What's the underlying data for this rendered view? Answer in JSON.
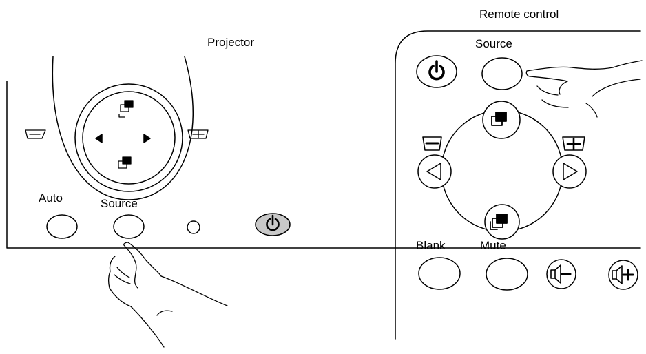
{
  "projector": {
    "title": "Projector",
    "buttons": {
      "auto": "Auto",
      "source": "Source"
    }
  },
  "remote": {
    "title": "Remote control",
    "buttons": {
      "source": "Source",
      "blank": "Blank",
      "mute": "Mute"
    }
  },
  "colors": {
    "line": "#000000",
    "power_button_fill": "#c8c8c8",
    "background": "#ffffff"
  },
  "icons": {
    "projector_panel": [
      "keystone-minus-icon",
      "keystone-plus-icon",
      "menu-icon",
      "esc-icon",
      "arrow-left-icon",
      "arrow-right-icon",
      "power-icon",
      "pointing-hand-icon"
    ],
    "remote_panel": [
      "power-icon",
      "pointing-hand-icon",
      "menu-icon",
      "esc-icon",
      "arrow-left-icon",
      "arrow-right-icon",
      "keystone-minus-icon",
      "keystone-plus-icon",
      "volume-down-icon",
      "volume-up-icon"
    ]
  }
}
